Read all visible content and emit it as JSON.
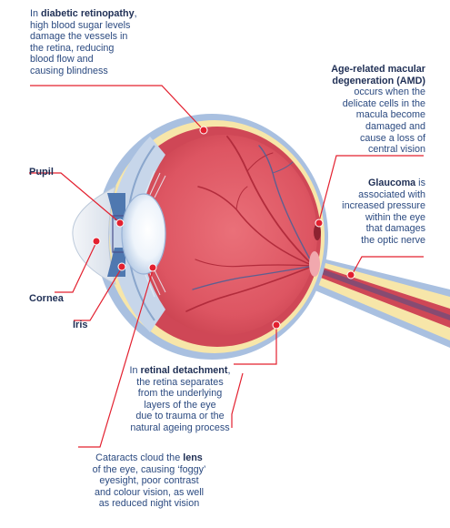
{
  "colors": {
    "leader_line": "#e3202f",
    "sclera_blue": "#a9c0e0",
    "choroid_yellow": "#f7e6a9",
    "retina_red": "#cf4756",
    "vitreous_red": "#e4616c",
    "text": "#2b4a80"
  },
  "labels": {
    "pupil": "Pupil",
    "cornea": "Cornea",
    "iris": "Iris"
  },
  "callouts": {
    "diabetic": {
      "prefix": "In ",
      "term": "diabetic retinopathy",
      "line1_suffix": ",",
      "line2": "high blood sugar levels",
      "line3": "damage the vessels in",
      "line4": "the retina, reducing",
      "line5": "blood flow and",
      "line6": "causing blindness"
    },
    "amd": {
      "term_line1": "Age-related macular",
      "term_line2": "degeneration (AMD)",
      "line1": "occurs when the",
      "line2": "delicate cells in the",
      "line3": "macula become",
      "line4": "damaged and",
      "line5": "cause a loss of",
      "line6": "central vision"
    },
    "glaucoma": {
      "term": "Glaucoma",
      "line1_suffix": " is",
      "line2": "associated with",
      "line3": "increased pressure",
      "line4": "within the eye",
      "line5": "that damages",
      "line6": "the optic nerve"
    },
    "detachment": {
      "prefix": "In ",
      "term": "retinal detachment",
      "line1_suffix": ",",
      "line2": "the retina separates",
      "line3": "from the underlying",
      "line4": "layers of the eye",
      "line5": "due to trauma or the",
      "line6": "natural ageing process"
    },
    "cataracts": {
      "line1_prefix": "Cataracts cloud the ",
      "term": "lens",
      "line2": "of the eye, causing ‘foggy’",
      "line3": "eyesight, poor contrast",
      "line4": "and colour vision, as well",
      "line5": "as reduced night vision"
    }
  }
}
